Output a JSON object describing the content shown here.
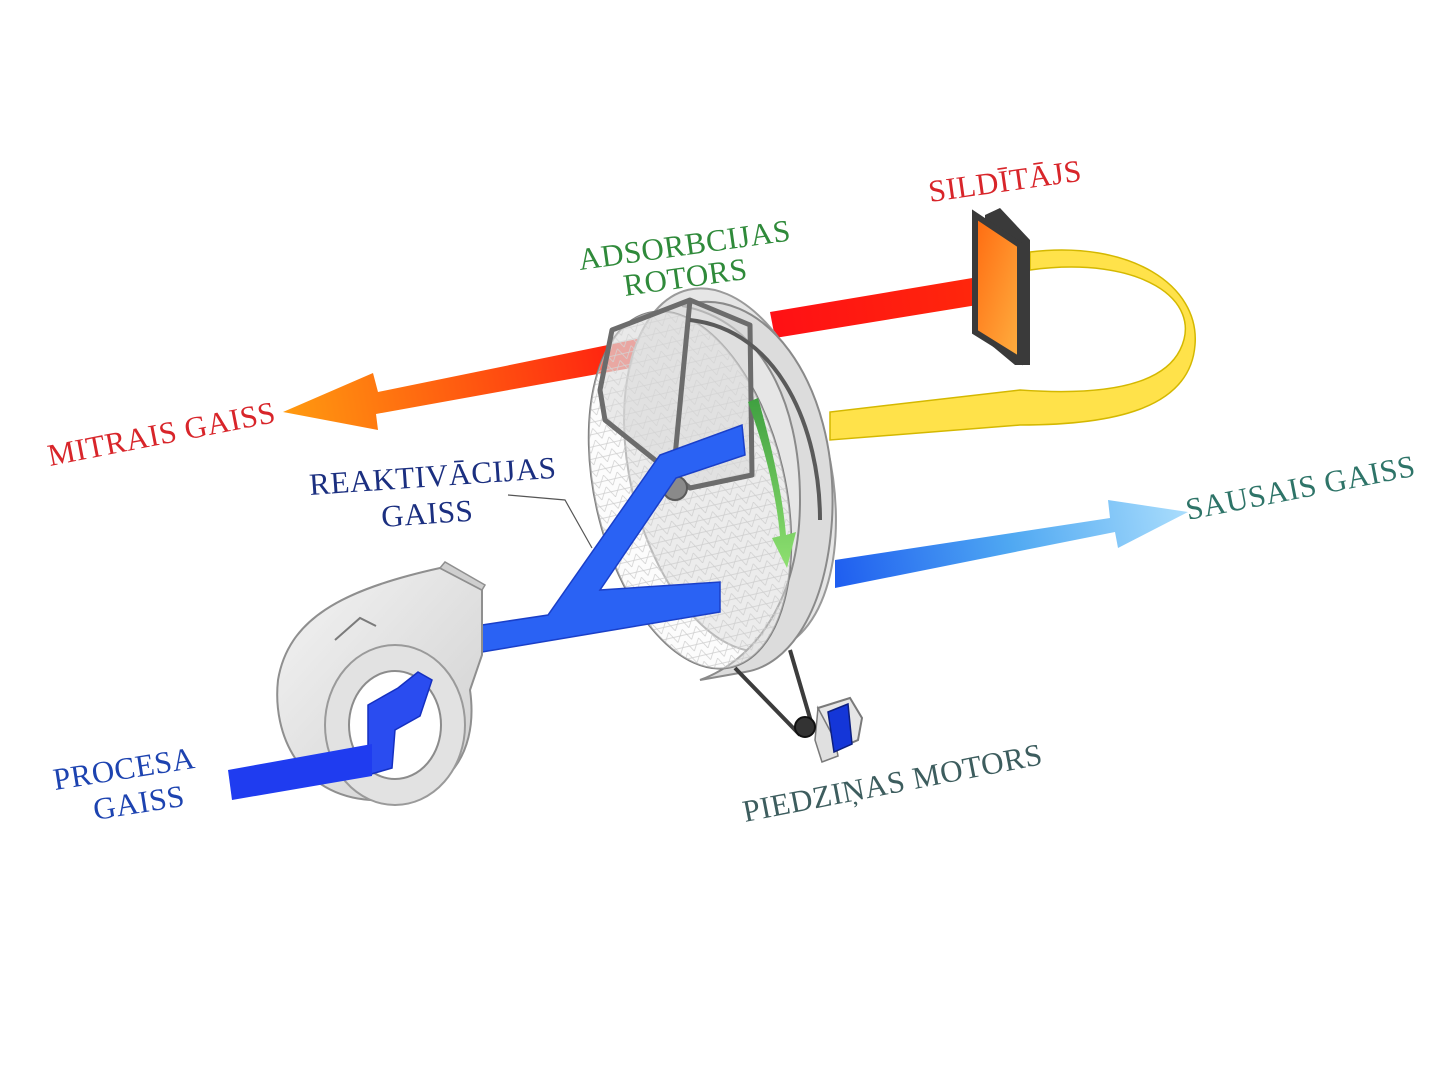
{
  "labels": {
    "heater": "SILDĪTĀJS",
    "rotor_line1": "ADSORBCIJAS",
    "rotor_line2": "ROTORS",
    "wet_air": "MITRAIS  GAISS",
    "reactivation_line1": "REAKTIVĀCIJAS",
    "reactivation_line2": "GAISS",
    "dry_air": "SAUSAIS  GAISS",
    "process_line1": "PROCESA",
    "process_line2": "GAISS",
    "drive_motor": "PIEDZIŅAS MOTORS"
  },
  "colors": {
    "heater_label": "#d8252a",
    "rotor_label": "#2f8a3a",
    "wet_air_label": "#d8252a",
    "reactivation_label": "#1b2f80",
    "dry_air_label": "#2e7468",
    "process_label": "#1d43b0",
    "motor_label": "#3d5d5e",
    "process_air": "#1f3cf0",
    "wet_air": "#ff1e10",
    "regen_air": "#ffe040",
    "dry_air": "#74c4f8"
  }
}
